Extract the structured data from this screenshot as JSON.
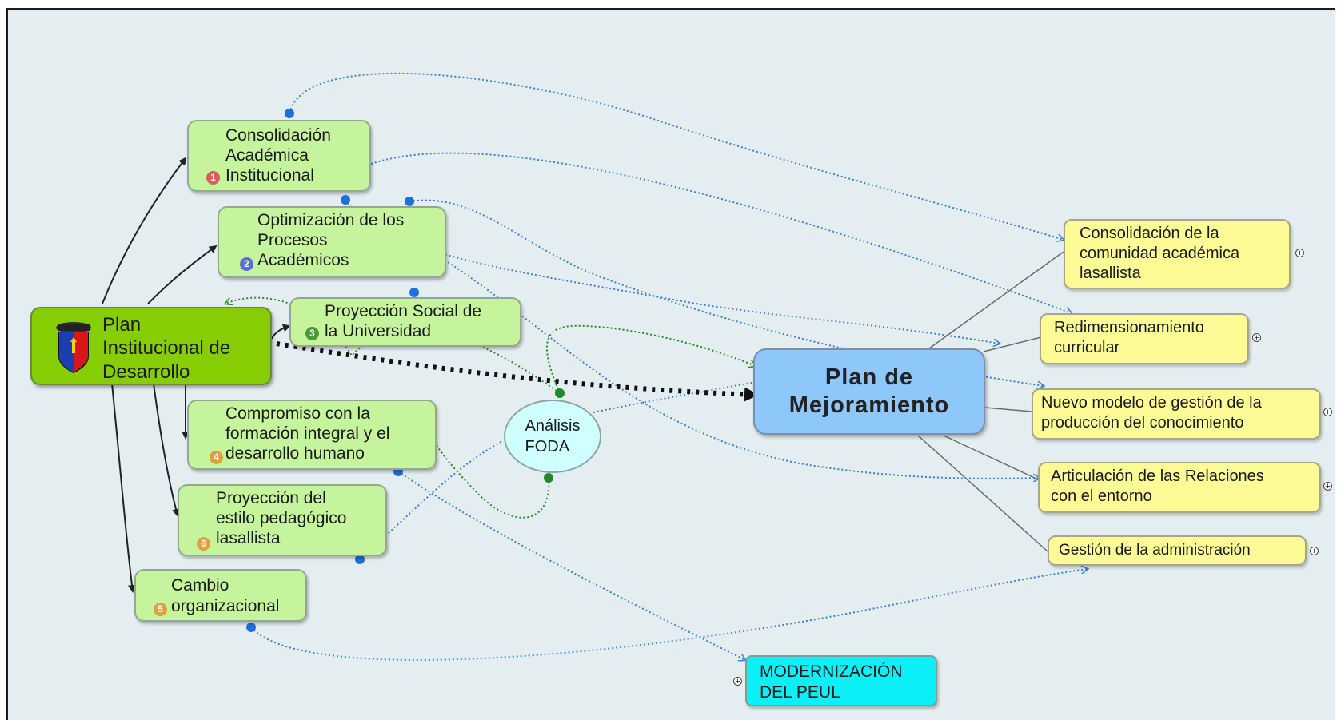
{
  "central": {
    "label": "Plan\nInstitucional de\nDesarrollo"
  },
  "mejoramiento": {
    "label": "Plan de\nMejoramiento"
  },
  "foda": {
    "label": "Análisis\nFODA"
  },
  "modernizacion": {
    "label": "MODERNIZACIÓN\nDEL PEUL"
  },
  "left_nodes": [
    {
      "label": "Consolidación\nAcadémica\nInstitucional",
      "badge": "1",
      "badge_color": "#e05a5a"
    },
    {
      "label": "Optimización de los\nProcesos\nAcadémicos",
      "badge": "2",
      "badge_color": "#5a6fd0"
    },
    {
      "label": "Proyección Social de\nla Universidad",
      "badge": "3",
      "badge_color": "#4a9a3a"
    },
    {
      "label": "Compromiso con la\nformación integral y el\ndesarrollo humano",
      "badge": "4",
      "badge_color": "#e0a040"
    },
    {
      "label": "Proyección del\nestilo pedagógico\nlasallista",
      "badge": "6",
      "badge_color": "#e0a040"
    },
    {
      "label": "Cambio\norganizacional",
      "badge": "5",
      "badge_color": "#e0a040"
    }
  ],
  "right_nodes": [
    {
      "label": "Consolidación de la\ncomunidad académica\nlasallista"
    },
    {
      "label": "Redimensionamiento\ncurricular"
    },
    {
      "label": "Nuevo modelo de gestión de la\nproducción del conocimiento"
    },
    {
      "label": "Articulación de las Relaciones\ncon el entorno"
    },
    {
      "label": "Gestión de la administración"
    }
  ],
  "expand_symbol": "+",
  "colors": {
    "link_blue": "#3a7fd8",
    "link_green": "#2a8a2a",
    "tree_line": "#222222",
    "right_line": "#6a6a6a"
  }
}
